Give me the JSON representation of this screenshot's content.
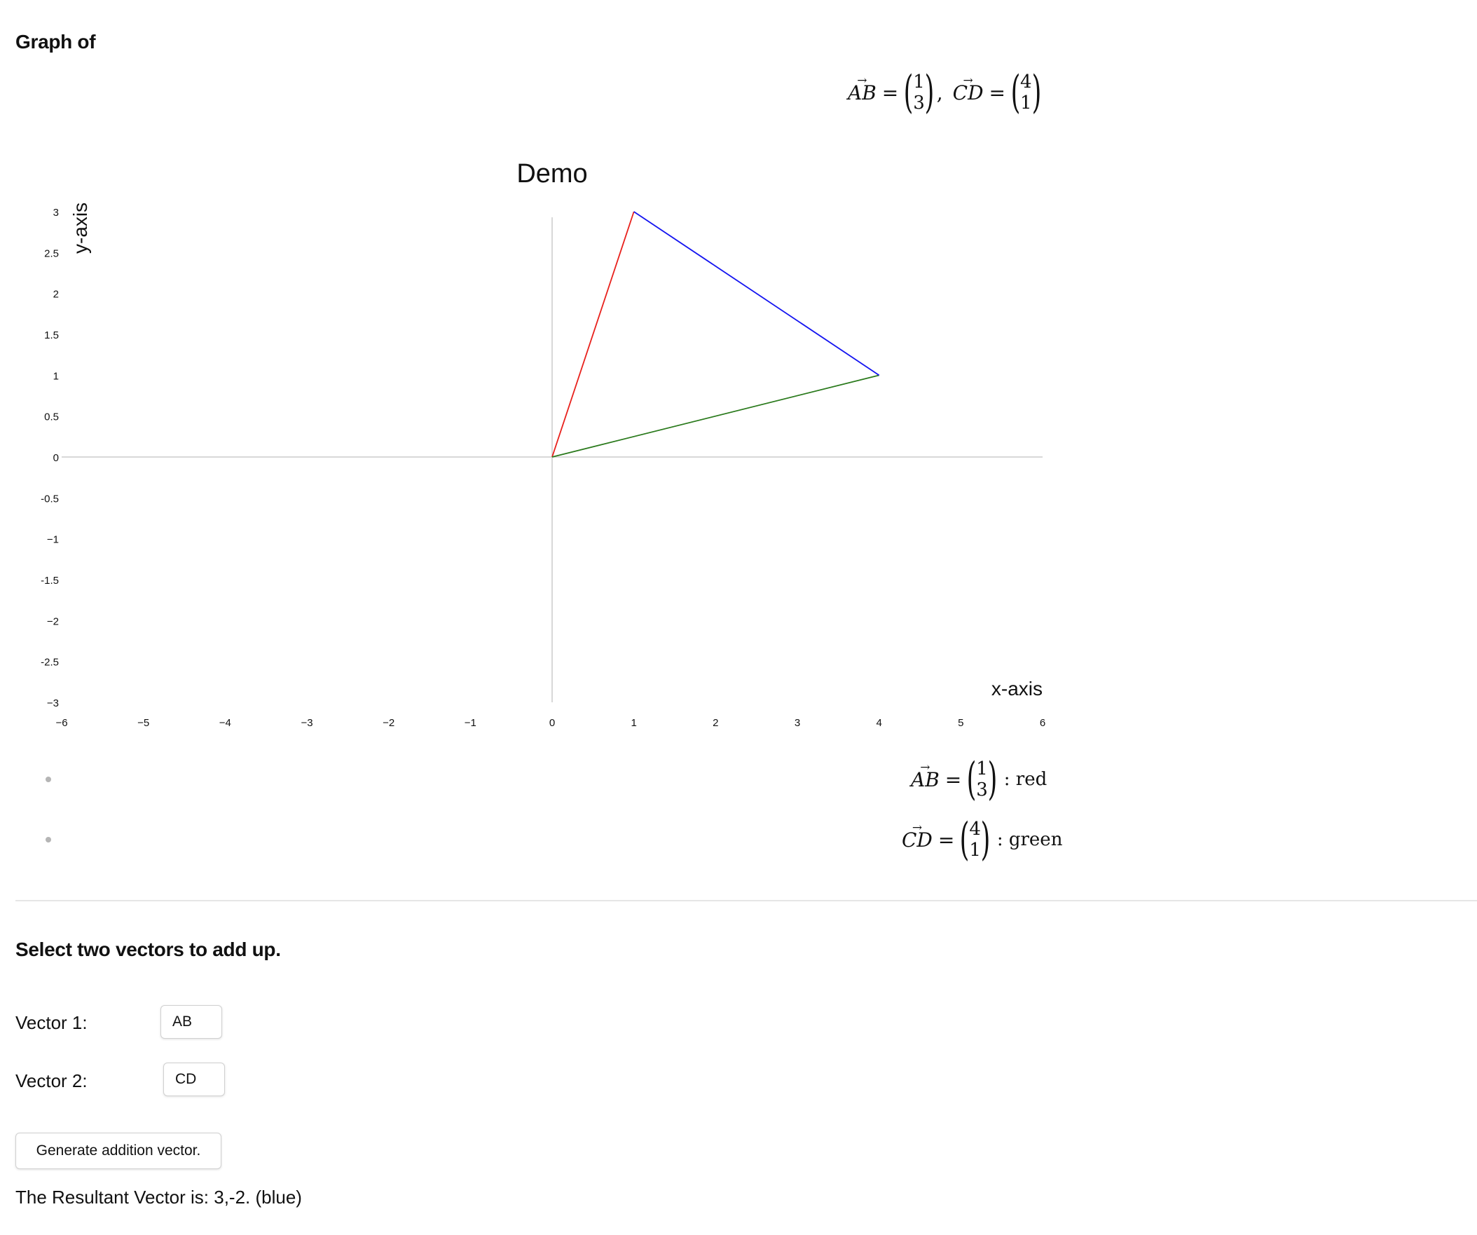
{
  "page": {
    "title": "Graph of",
    "header_formula": {
      "ab_name": "AB",
      "ab_components": [
        "1",
        "3"
      ],
      "cd_name": "CD",
      "cd_components": [
        "4",
        "1"
      ],
      "arrow": "→",
      "equals": "=",
      "separator": ","
    }
  },
  "legend": {
    "items": [
      {
        "name": "AB",
        "components": [
          "1",
          "3"
        ],
        "color_label": ": red"
      },
      {
        "name": "CD",
        "components": [
          "4",
          "1"
        ],
        "color_label": ": green"
      }
    ]
  },
  "form": {
    "heading": "Select two vectors to add up.",
    "vector1_label": "Vector 1:",
    "vector1_value": "AB",
    "vector2_label": "Vector 2:",
    "vector2_value": "CD",
    "generate_label": "Generate addition vector.",
    "result_text": "The Resultant Vector is: 3,-2. (blue)"
  },
  "chart_data": {
    "type": "line",
    "title": "Demo",
    "xlabel": "x-axis",
    "ylabel": "y-axis",
    "xlim": [
      -6,
      6
    ],
    "ylim": [
      -3,
      3
    ],
    "x_ticks": [
      "−6",
      "−5",
      "−4",
      "−3",
      "−2",
      "−1",
      "0",
      "1",
      "2",
      "3",
      "4",
      "5",
      "6"
    ],
    "y_ticks": [
      "3",
      "2.5",
      "2",
      "1.5",
      "1",
      "0.5",
      "0",
      "-0.5",
      "−1",
      "-1.5",
      "−2",
      "-2.5",
      "−3"
    ],
    "grid": false,
    "series": [
      {
        "name": "AB",
        "color": "#e8211c",
        "points": [
          [
            0,
            0
          ],
          [
            1,
            3
          ]
        ]
      },
      {
        "name": "CD",
        "color": "#2a7a1c",
        "points": [
          [
            0,
            0
          ],
          [
            4,
            1
          ]
        ]
      },
      {
        "color": "#1414f0",
        "points": [
          [
            1,
            3
          ],
          [
            4,
            1
          ]
        ]
      }
    ],
    "colors": {
      "axis": "#cccccc",
      "text": "#111111"
    }
  }
}
